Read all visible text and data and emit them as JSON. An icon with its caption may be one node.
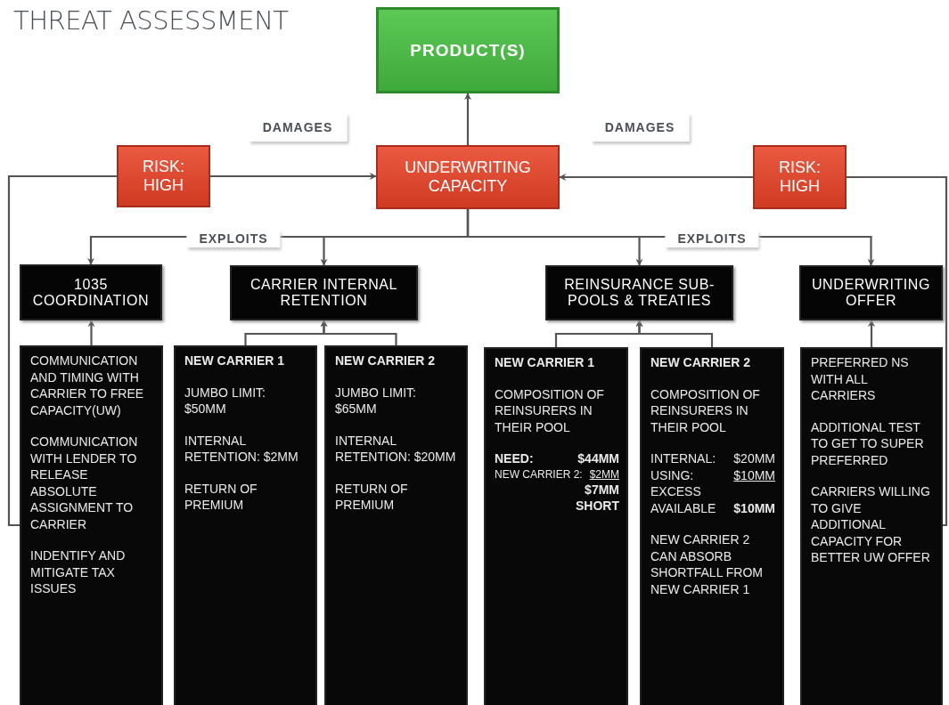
{
  "diagram": {
    "title": "THREAT ASSESSMENT",
    "nodes": [
      {
        "text": [
          "PRODUCT(S)"
        ]
      },
      {
        "text": [
          "RISK: HIGH"
        ]
      },
      {
        "text": [
          "UNDERWRITING CAPACITY"
        ]
      },
      {
        "text": [
          "RISK: HIGH"
        ]
      },
      {
        "text": [
          "1035 COORDINATION"
        ]
      },
      {
        "text": [
          "CARRIER INTERNAL RETENTION"
        ]
      },
      {
        "text": [
          "REINSURANCE SUB-POOLS & TREATIES"
        ]
      },
      {
        "text": [
          "UNDERWRITING OFFER"
        ]
      },
      {
        "text": [
          "COMMUNICATION AND TIMING WITH CARRIER TO FREE CAPACITY(UW)",
          "COMMUNICATION WITH LENDER TO RELEASE ABSOLUTE ASSIGNMENT TO CARRIER",
          "INDENTIFY AND MITIGATE TAX ISSUES"
        ]
      },
      {
        "text": [
          "NEW CARRIER 1",
          "JUMBO LIMIT: $50MM",
          "INTERNAL RETENTION: $2MM",
          "RETURN OF PREMIUM"
        ]
      },
      {
        "text": [
          "NEW CARRIER 2",
          "JUMBO LIMIT: $65MM",
          "INTERNAL RETENTION: $20MM",
          "RETURN OF PREMIUM"
        ]
      },
      {
        "text": [
          "NEW CARRIER 1",
          "COMPOSITION OF REINSURERS IN THEIR POOL",
          "NEED:",
          "$44MM",
          "NEW CARRIER 2:",
          "$2MM",
          "$7MM SHORT"
        ]
      },
      {
        "text": [
          "NEW CARRIER 2",
          "COMPOSITION OF REINSURERS IN THEIR POOL",
          "INTERNAL:",
          "$20MM",
          "USING:",
          "$10MM",
          "EXCESS AVAILABLE",
          "$10MM",
          "NEW CARRIER 2 CAN ABSORB SHORTFALL FROM NEW CARRIER 1"
        ]
      },
      {
        "text": [
          "PREFERRED NS WITH ALL CARRIERS",
          "ADDITIONAL TEST TO GET TO SUPER PREFERRED",
          "CARRIERS WILLING TO GIVE ADDITIONAL CAPACITY FOR BETTER UW OFFER"
        ]
      }
    ],
    "edges": [
      {
        "from": 2,
        "to": 0,
        "arrow": "to"
      },
      {
        "from": 1,
        "to": 2,
        "arrow": "to",
        "label": "DAMAGES"
      },
      {
        "from": 3,
        "to": 2,
        "arrow": "to",
        "label": "DAMAGES"
      },
      {
        "from": 2,
        "to": 4,
        "arrow": "to",
        "label": "EXPLOITS"
      },
      {
        "from": 2,
        "to": 5,
        "arrow": "to"
      },
      {
        "from": 2,
        "to": 6,
        "arrow": "to"
      },
      {
        "from": 2,
        "to": 7,
        "arrow": "to",
        "label": "EXPLOITS"
      },
      {
        "from": 8,
        "to": 4,
        "arrow": "to"
      },
      {
        "from": 9,
        "to": 5,
        "arrow": "to"
      },
      {
        "from": 10,
        "to": 5,
        "arrow": "to"
      },
      {
        "from": 11,
        "to": 6,
        "arrow": "to"
      },
      {
        "from": 12,
        "to": 6,
        "arrow": "to"
      },
      {
        "from": 13,
        "to": 7,
        "arrow": "to"
      },
      {
        "from": 8,
        "to": 1,
        "arrow": "none"
      },
      {
        "from": 13,
        "to": 3,
        "arrow": "none"
      }
    ]
  }
}
